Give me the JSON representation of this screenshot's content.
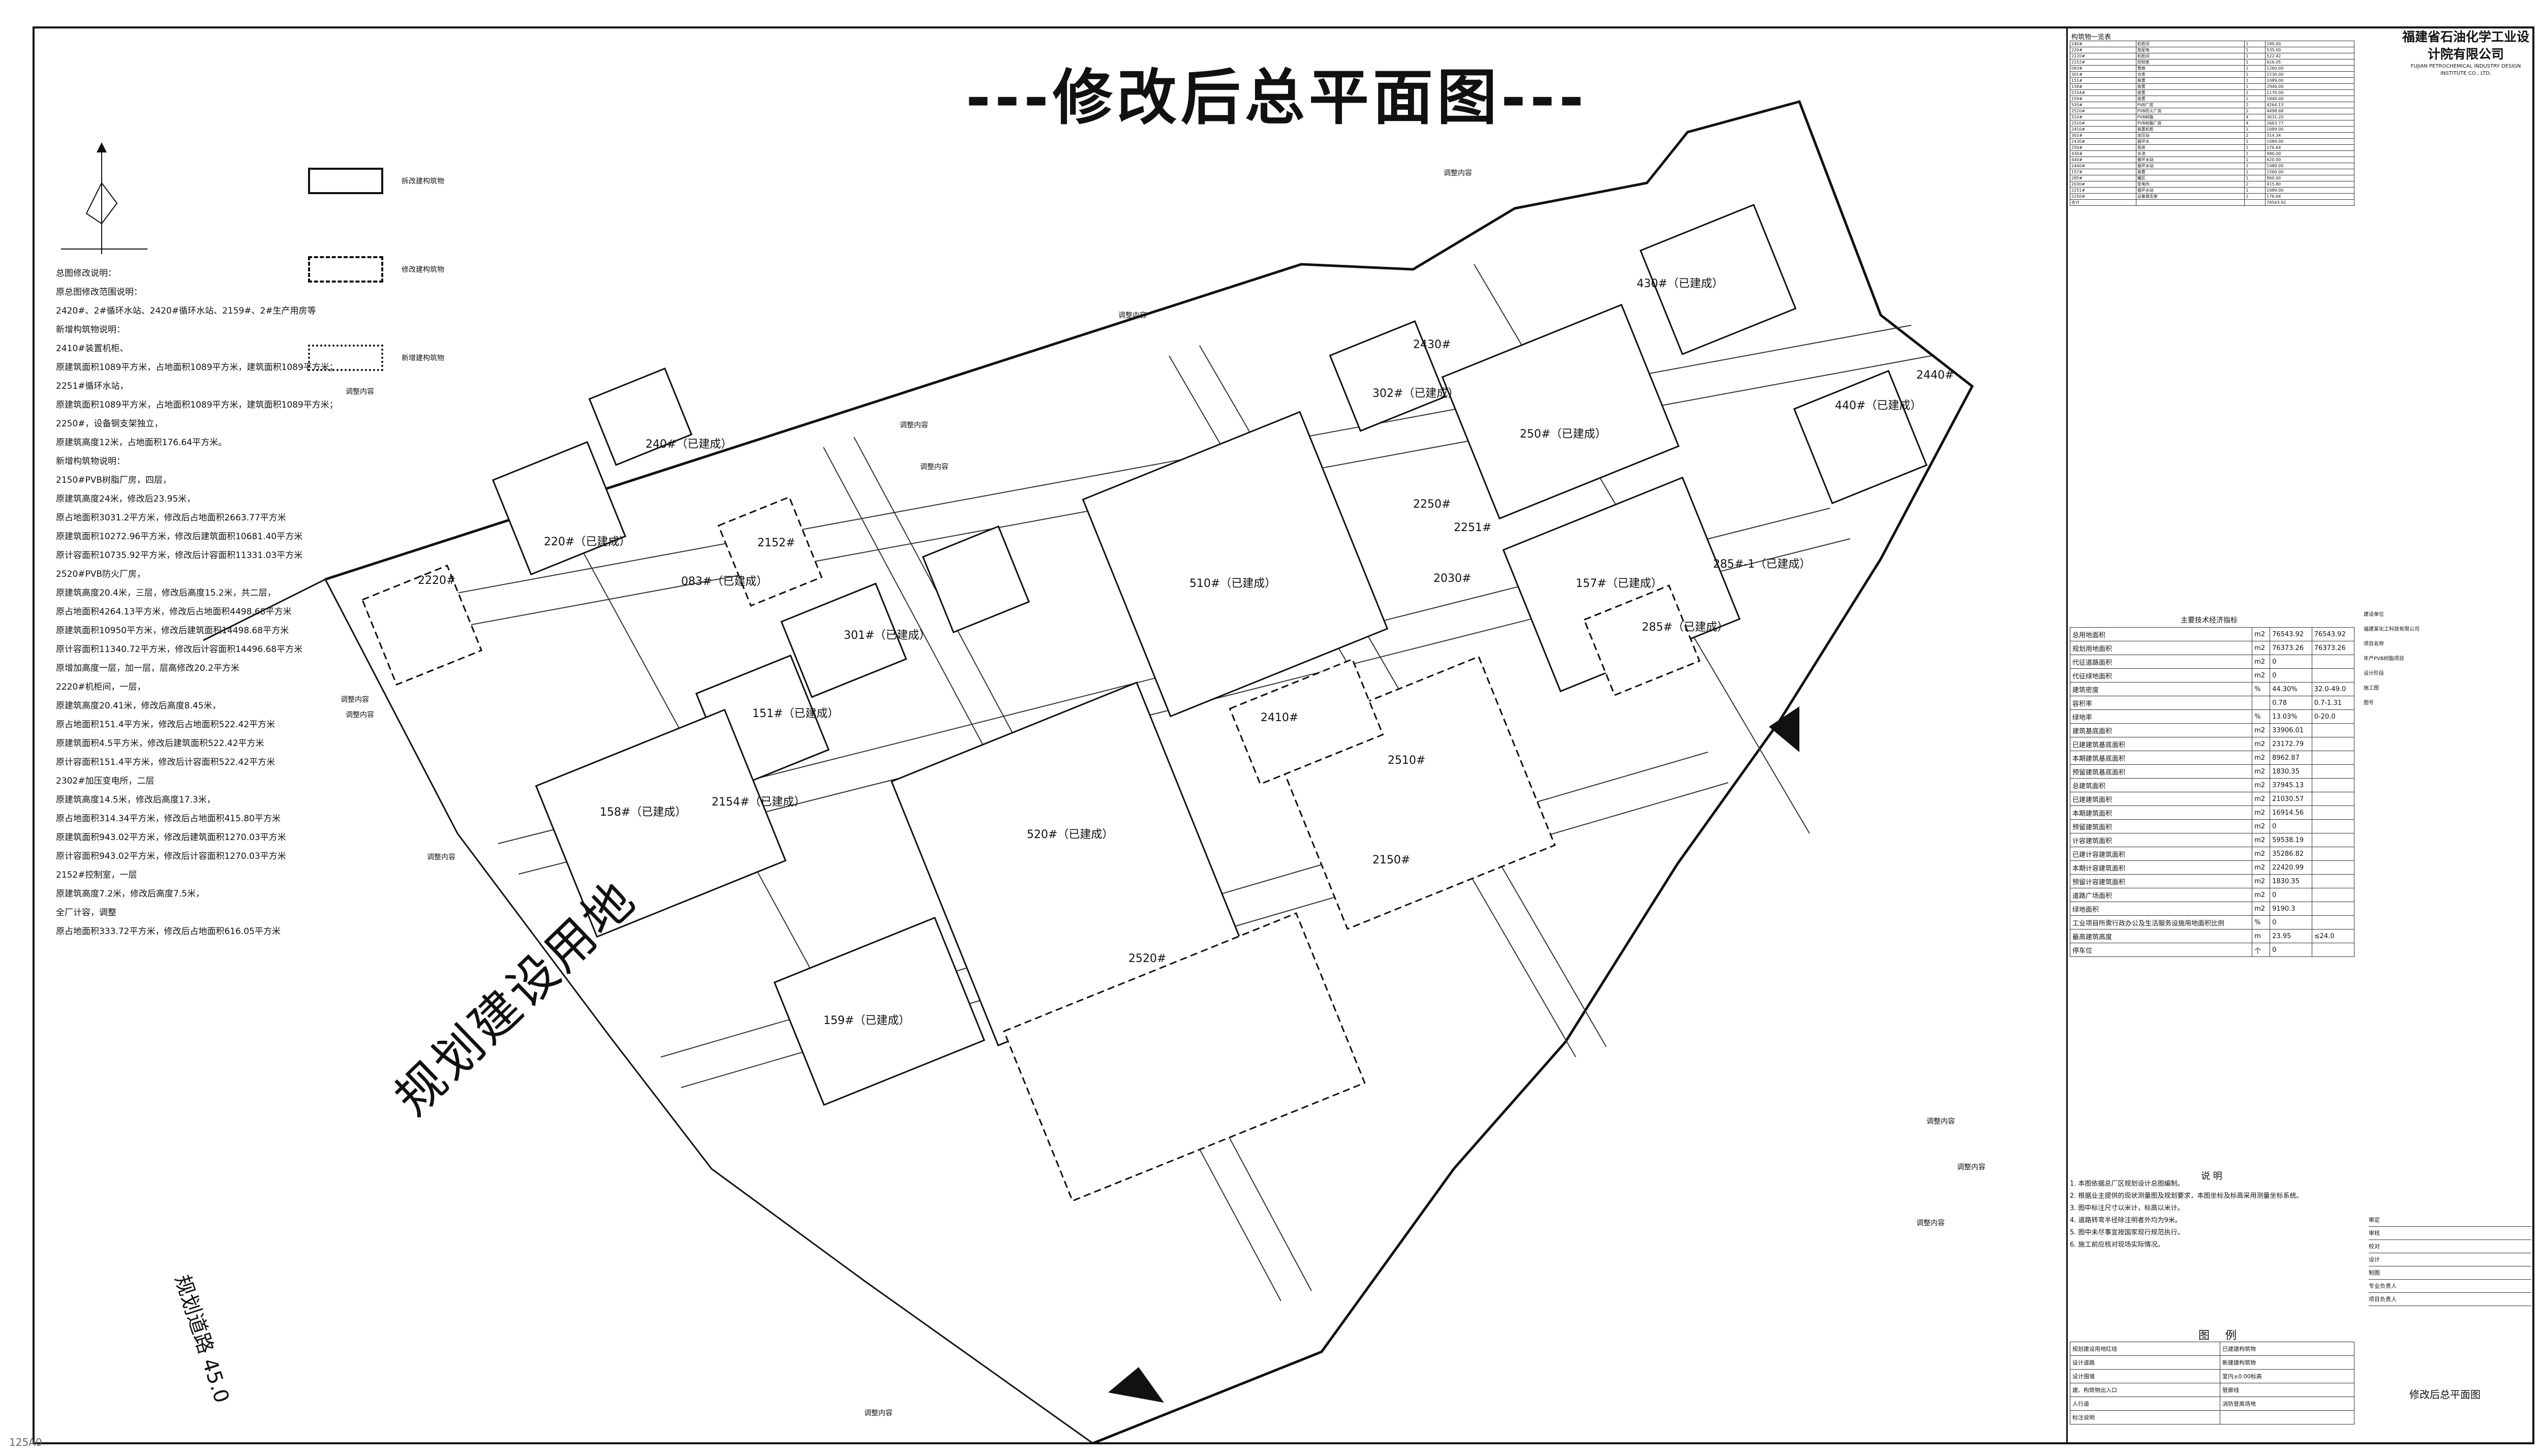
{
  "title": "---修改后总平面图---",
  "left_notes": [
    "总图修改说明：",
    "原总图修改范围说明：",
    "2420#、2#循环水站、2420#循环水站、2159#、2#生产用房等",
    "新增构筑物说明：",
    "2410#装置机柜、",
    "原建筑面积1089平方米，占地面积1089平方米，建筑面积1089平方米；",
    "2251#循环水站，",
    "原建筑面积1089平方米，占地面积1089平方米，建筑面积1089平方米；",
    "2250#，设备钢支架独立，",
    "原建筑高度12米，占地面积176.64平方米。",
    "新增构筑物说明：",
    "2150#PVB树脂厂房，四层，",
    "原建筑高度24米，修改后23.95米，",
    "原占地面积3031.2平方米，修改后占地面积2663.77平方米",
    "原建筑面积10272.96平方米，修改后建筑面积10681.40平方米",
    "原计容面积10735.92平方米，修改后计容面积11331.03平方米",
    "2520#PVB防火厂房，",
    "原建筑高度20.4米，三层，修改后高度15.2米，共二层，",
    "原占地面积4264.13平方米，修改后占地面积4498.68平方米",
    "原建筑面积10950平方米，修改后建筑面积14498.68平方米",
    "原计容面积11340.72平方米，修改后计容面积14496.68平方米",
    "原增加高度一层，加一层，层高修改20.2平方米",
    "2220#机柜间，一层，",
    "原建筑高度20.41米，修改后高度8.45米，",
    "原占地面积151.4平方米，修改后占地面积522.42平方米",
    "原建筑面积4.5平方米，修改后建筑面积522.42平方米",
    "原计容面积151.4平方米，修改后计容面积522.42平方米",
    "2302#加压变电所，二层",
    "原建筑高度14.5米，修改后高度17.3米，",
    "原占地面积314.34平方米，修改后占地面积415.80平方米",
    "原建筑面积943.02平方米，修改后建筑面积1270.03平方米",
    "原计容面积943.02平方米，修改后计容面积1270.03平方米",
    "2152#控制室，一层",
    "原建筑高度7.2米，修改后高度7.5米，",
    "全厂计容，调整",
    "原占地面积333.72平方米，修改后占地面积616.05平方米"
  ],
  "legend_top": [
    "拆改建构筑物",
    "修改建构筑物",
    "新增建构筑物"
  ],
  "plan_labels": [
    {
      "t": "240#（已建成）"
    },
    {
      "t": "220#（已建成）"
    },
    {
      "t": "2220#"
    },
    {
      "t": "2152#"
    },
    {
      "t": "083#（已建成）"
    },
    {
      "t": "301#（已建成）"
    },
    {
      "t": "151#（已建成）"
    },
    {
      "t": "158#（已建成）"
    },
    {
      "t": "2154#（已建成）"
    },
    {
      "t": "159#（已建成）"
    },
    {
      "t": "520#（已建成）"
    },
    {
      "t": "2520#"
    },
    {
      "t": "510#（已建成）"
    },
    {
      "t": "2510#"
    },
    {
      "t": "2410#"
    },
    {
      "t": "302#（已建成）"
    },
    {
      "t": "2430#"
    },
    {
      "t": "250#（已建成）"
    },
    {
      "t": "430#（已建成）"
    },
    {
      "t": "440#（已建成）"
    },
    {
      "t": "2440#"
    },
    {
      "t": "157#（已建成）"
    },
    {
      "t": "285#-1（已建成）"
    },
    {
      "t": "285#（已建成）"
    },
    {
      "t": "2030#"
    },
    {
      "t": "2251#"
    },
    {
      "t": "2250#"
    },
    {
      "t": "2150#"
    }
  ],
  "adjust_label": "调整内容",
  "planning_land": "规划建设用地",
  "planning_road": "规划道路 45.0",
  "company": {
    "name": "福建省石油化学工业设计院有限公司",
    "en": "FUJIAN PETROCHEMICAL INDUSTRY DESIGN INSTITUTE CO., LTD."
  },
  "schedule_title": "构筑物一览表",
  "schedule_rows": [
    [
      "240#",
      "机柜间",
      "1",
      "180.00"
    ],
    [
      "220#",
      "变配电",
      "1",
      "535.00"
    ],
    [
      "2220#",
      "机柜间",
      "1",
      "522.42"
    ],
    [
      "2152#",
      "控制室",
      "1",
      "616.05"
    ],
    [
      "083#",
      "管廊",
      "1",
      "1260.00"
    ],
    [
      "301#",
      "仓库",
      "1",
      "2230.00"
    ],
    [
      "151#",
      "装置",
      "1",
      "1089.00"
    ],
    [
      "158#",
      "装置",
      "1",
      "2940.00"
    ],
    [
      "2154#",
      "装置",
      "1",
      "1170.00"
    ],
    [
      "159#",
      "装置",
      "1",
      "1840.00"
    ],
    [
      "520#",
      "PVB厂房",
      "2",
      "4264.13"
    ],
    [
      "2520#",
      "PVB防火厂房",
      "2",
      "4498.68"
    ],
    [
      "510#",
      "PVB树脂",
      "4",
      "3031.20"
    ],
    [
      "2510#",
      "PVB树脂厂房",
      "4",
      "2663.77"
    ],
    [
      "2410#",
      "装置机柜",
      "1",
      "1089.00"
    ],
    [
      "302#",
      "加压站",
      "2",
      "314.34"
    ],
    [
      "2430#",
      "循环水",
      "1",
      "1089.00"
    ],
    [
      "250#",
      "泵房",
      "1",
      "176.64"
    ],
    [
      "430#",
      "水池",
      "1",
      "980.00"
    ],
    [
      "440#",
      "循环水站",
      "1",
      "620.00"
    ],
    [
      "2440#",
      "循环水站",
      "1",
      "1089.00"
    ],
    [
      "157#",
      "装置",
      "1",
      "1560.00"
    ],
    [
      "285#",
      "罐区",
      "1",
      "860.00"
    ],
    [
      "2030#",
      "变电所",
      "2",
      "415.80"
    ],
    [
      "2251#",
      "循环水站",
      "1",
      "1089.00"
    ],
    [
      "2250#",
      "设备钢支架",
      "1",
      "176.64"
    ],
    [
      "合计",
      "",
      "",
      "76543.92"
    ]
  ],
  "eco_title": "主要技术经济指标",
  "eco_rows": [
    [
      "总用地面积",
      "m2",
      "76543.92",
      "76543.92"
    ],
    [
      "规划用地面积",
      "m2",
      "76373.26",
      "76373.26"
    ],
    [
      "代征道路面积",
      "m2",
      "0",
      ""
    ],
    [
      "代征绿地面积",
      "m2",
      "0",
      ""
    ],
    [
      "建筑密度",
      "%",
      "44.30%",
      "32.0-49.0"
    ],
    [
      "容积率",
      "",
      "0.78",
      "0.7-1.31"
    ],
    [
      "绿地率",
      "%",
      "13.03%",
      "0-20.0"
    ],
    [
      "建筑基底面积",
      "m2",
      "33906.01",
      ""
    ],
    [
      "已建建筑基底面积",
      "m2",
      "23172.79",
      ""
    ],
    [
      "本期建筑基底面积",
      "m2",
      "8962.87",
      ""
    ],
    [
      "预留建筑基底面积",
      "m2",
      "1830.35",
      ""
    ],
    [
      "总建筑面积",
      "m2",
      "37945.13",
      ""
    ],
    [
      "已建建筑面积",
      "m2",
      "21030.57",
      ""
    ],
    [
      "本期建筑面积",
      "m2",
      "16914.56",
      ""
    ],
    [
      "预留建筑面积",
      "m2",
      "0",
      ""
    ],
    [
      "计容建筑面积",
      "m2",
      "59538.19",
      ""
    ],
    [
      "已建计容建筑面积",
      "m2",
      "35286.82",
      ""
    ],
    [
      "本期计容建筑面积",
      "m2",
      "22420.99",
      ""
    ],
    [
      "预留计容建筑面积",
      "m2",
      "1830.35",
      ""
    ],
    [
      "道路广场面积",
      "m2",
      "0",
      ""
    ],
    [
      "绿地面积",
      "m2",
      "9190.3",
      ""
    ],
    [
      "工业项目所需行政办公及生活服务设施用地面积比例",
      "%",
      "0",
      ""
    ],
    [
      "最高建筑高度",
      "m",
      "23.95",
      "≤24.0"
    ],
    [
      "停车位",
      "个",
      "0",
      ""
    ]
  ],
  "shuoming_title": "说    明",
  "shuoming": [
    "1. 本图依据总厂区规划设计总图编制。",
    "2. 根据业主提供的现状测量图及规划要求，本图坐标及标高采用测量坐标系统。",
    "3. 图中标注尺寸以米计，标高以米计。",
    "4. 道路转弯半径除注明者外均为9米。",
    "5. 图中未尽事宜按国家现行规范执行。",
    "6. 施工前应核对现场实际情况。"
  ],
  "tuli_title": "图    例",
  "legend_rows": [
    [
      "规划建设用地红线",
      "已建建构筑物"
    ],
    [
      "设计道路",
      "新建建构筑物"
    ],
    [
      "设计围墙",
      "室内±0.00标高"
    ],
    [
      "建、构筑物出入口",
      "管廊线"
    ],
    [
      "人行道",
      "消防登高场地"
    ],
    [
      "标注说明",
      ""
    ]
  ],
  "sign_rows": [
    "审定",
    "审核",
    "校对",
    "设计",
    "制图",
    "专业负责人",
    "项目负责人"
  ],
  "side_labels": [
    "建设单位",
    "福建某化工科技有限公司",
    "项目名称",
    "年产PVB树脂项目",
    "设计阶段",
    "施工图",
    "图号"
  ],
  "drawing_name": "修改后总平面图",
  "corner_tag": "125A0"
}
